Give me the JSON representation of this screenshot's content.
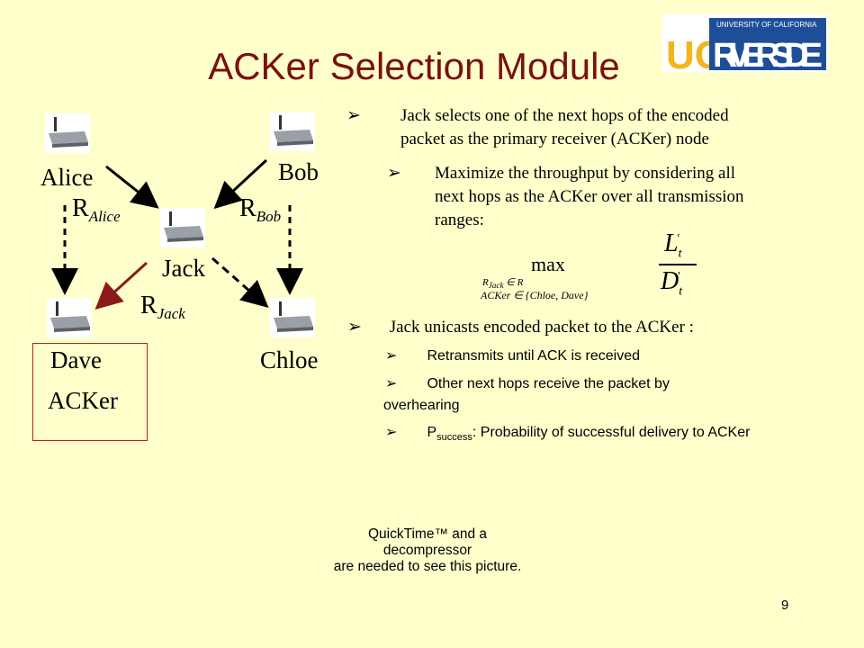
{
  "title": "ACKer Selection Module",
  "logo": {
    "uc": "UC",
    "riverside": "RIVERSIDE",
    "university": "UNIVERSITY OF CALIFORNIA"
  },
  "nodes": {
    "alice": "Alice",
    "bob": "Bob",
    "jack": "Jack",
    "dave": "Dave",
    "chloe": "Chloe",
    "acker": "ACKer"
  },
  "rates": {
    "r": "R",
    "alice_sub": "Alice",
    "bob_sub": "Bob",
    "jack_sub": "Jack"
  },
  "bullets": {
    "b1_line1": "Jack selects one of the next hops of the encoded",
    "b1_line2": "packet as the primary receiver (ACKer) node",
    "b2_line1": "Maximize the throughput by considering all",
    "b2_line2": "next hops as the ACKer over all transmission",
    "b2_line3": "ranges:",
    "b3": "Jack unicasts encoded packet to the ACKer :",
    "b4": "Retransmits until ACK is received",
    "b5_line1": "Other next hops receive the packet by",
    "b5_line2": "overhearing",
    "b6_p": "P",
    "b6_sub": "success",
    "b6_rest": ": Probability of successful delivery to ACKer"
  },
  "formula": {
    "max": "max",
    "cond1": "R",
    "cond1_sub": "Jack",
    "cond1_rest": " ∈ R",
    "cond2": "ACKer ∈ {Chloe, Dave}",
    "numerator": "L",
    "numerator_sub": "t",
    "numerator_sup": "'",
    "denominator": "D",
    "denominator_sub": "t",
    "denominator_sup": "'"
  },
  "quicktime": {
    "line1": "QuickTime™ and a",
    "line2": "decompressor",
    "line3": "are needed to see this picture."
  },
  "page_number": "9",
  "colors": {
    "title": "#7a1010",
    "background": "#ffffcc",
    "acker_arrow": "#8b1a1a",
    "logo_blue": "#1f4e99",
    "logo_gold": "#f2b51b"
  }
}
